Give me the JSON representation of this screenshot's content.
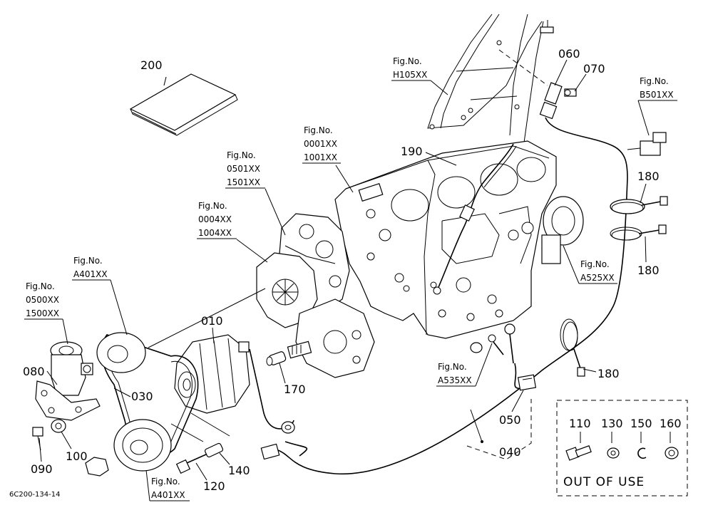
{
  "parts": {
    "p200": "200",
    "p060": "060",
    "p070": "070",
    "p190": "190",
    "p180a": "180",
    "p180b": "180",
    "p180c": "180",
    "p010": "010",
    "p170": "170",
    "p050": "050",
    "p040": "040",
    "p080": "080",
    "p030": "030",
    "p100": "100",
    "p090": "090",
    "p120": "120",
    "p140": "140",
    "p110": "110",
    "p130": "130",
    "p150": "150",
    "p160": "160"
  },
  "fig_refs": {
    "fig_label": "Fig.No.",
    "h105": "H105XX",
    "b501": "B501XX",
    "f0001": "0001XX",
    "f1001": "1001XX",
    "f0501": "0501XX",
    "f1501": "1501XX",
    "f0004": "0004XX",
    "f1004": "1004XX",
    "a401_top": "A401XX",
    "f0500": "0500XX",
    "f1500": "1500XX",
    "a525": "A525XX",
    "a535": "A535XX",
    "a401_bottom": "A401XX"
  },
  "out_of_use": {
    "label": "OUT OF USE"
  },
  "drawing_number": "6C200-134-14"
}
